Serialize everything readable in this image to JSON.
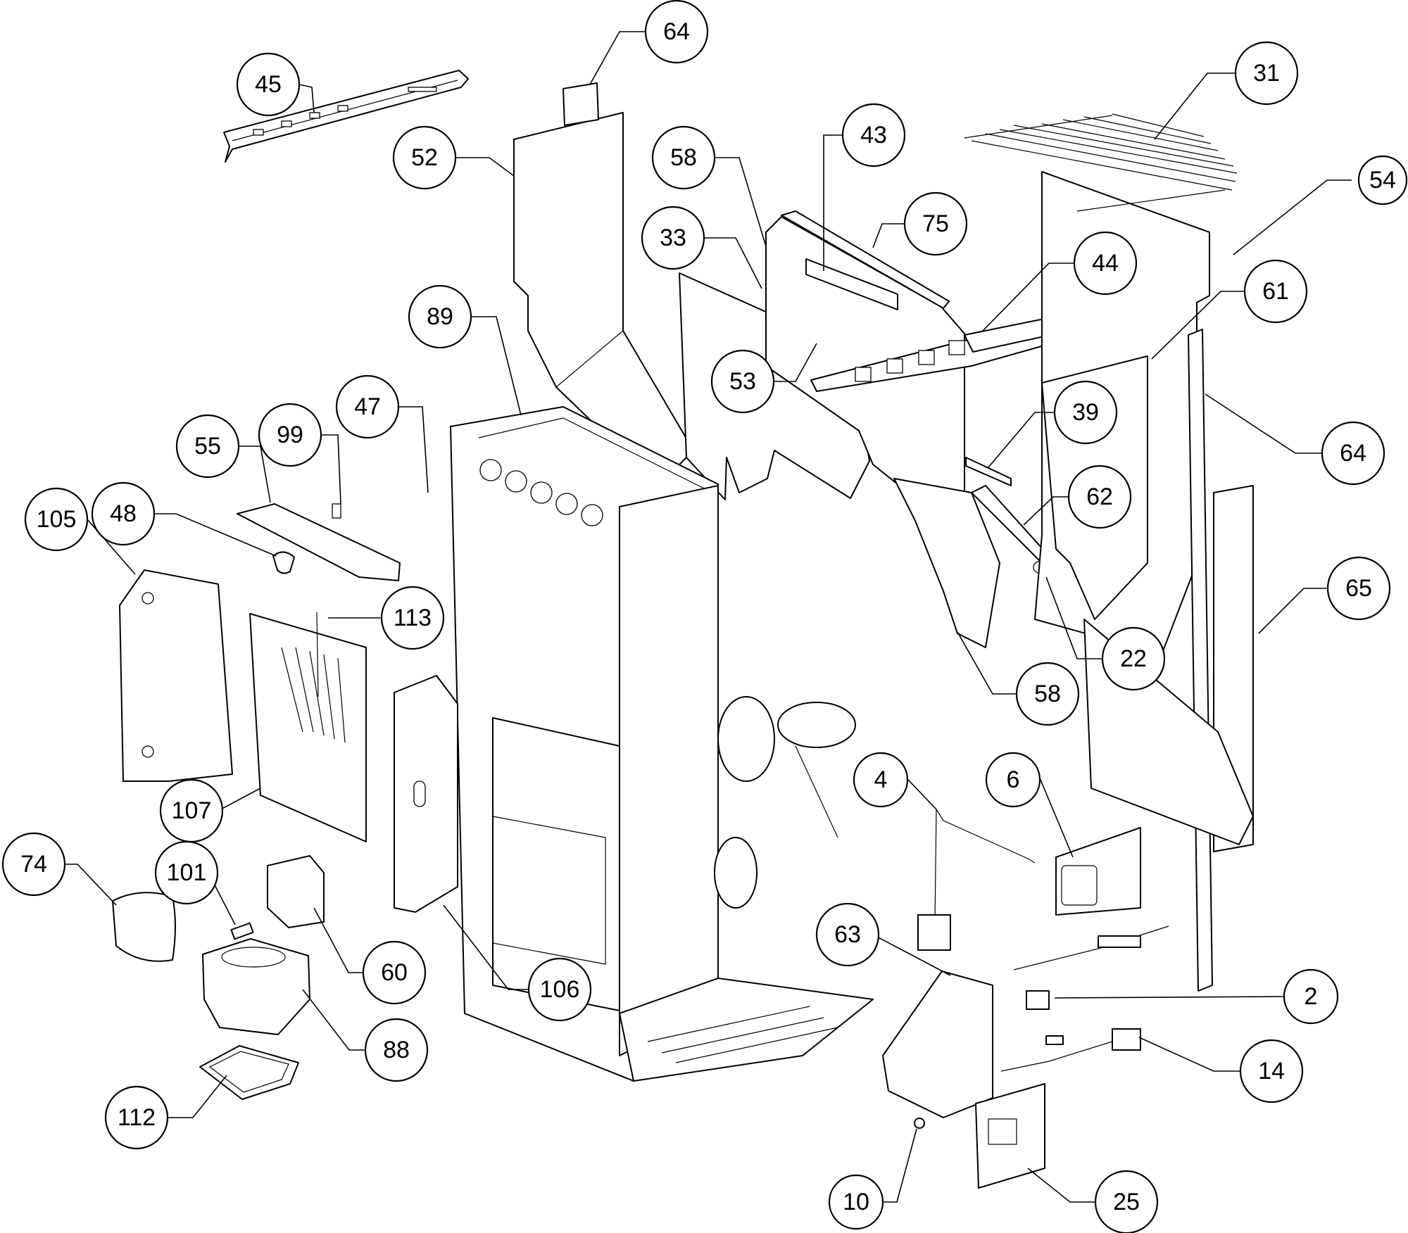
{
  "colors": {
    "line": "#000000",
    "background": "#ffffff"
  },
  "callouts": [
    {
      "id": "c45",
      "label": "45"
    },
    {
      "id": "c64a",
      "label": "64"
    },
    {
      "id": "c52",
      "label": "52"
    },
    {
      "id": "c58a",
      "label": "58"
    },
    {
      "id": "c43",
      "label": "43"
    },
    {
      "id": "c31",
      "label": "31"
    },
    {
      "id": "c54",
      "label": "54"
    },
    {
      "id": "c75",
      "label": "75"
    },
    {
      "id": "c33",
      "label": "33"
    },
    {
      "id": "c44",
      "label": "44"
    },
    {
      "id": "c61",
      "label": "61"
    },
    {
      "id": "c89",
      "label": "89"
    },
    {
      "id": "c53",
      "label": "53"
    },
    {
      "id": "c64b",
      "label": "64"
    },
    {
      "id": "c39",
      "label": "39"
    },
    {
      "id": "c47",
      "label": "47"
    },
    {
      "id": "c99",
      "label": "99"
    },
    {
      "id": "c55",
      "label": "55"
    },
    {
      "id": "c62",
      "label": "62"
    },
    {
      "id": "c48",
      "label": "48"
    },
    {
      "id": "c105",
      "label": "105"
    },
    {
      "id": "c65",
      "label": "65"
    },
    {
      "id": "c113",
      "label": "113"
    },
    {
      "id": "c22",
      "label": "22"
    },
    {
      "id": "c58b",
      "label": "58"
    },
    {
      "id": "c4",
      "label": "4"
    },
    {
      "id": "c6",
      "label": "6"
    },
    {
      "id": "c107",
      "label": "107"
    },
    {
      "id": "c74",
      "label": "74"
    },
    {
      "id": "c101",
      "label": "101"
    },
    {
      "id": "c63",
      "label": "63"
    },
    {
      "id": "c60",
      "label": "60"
    },
    {
      "id": "c106",
      "label": "106"
    },
    {
      "id": "c2",
      "label": "2"
    },
    {
      "id": "c88",
      "label": "88"
    },
    {
      "id": "c14",
      "label": "14"
    },
    {
      "id": "c112",
      "label": "112"
    },
    {
      "id": "c10",
      "label": "10"
    },
    {
      "id": "c25",
      "label": "25"
    }
  ]
}
